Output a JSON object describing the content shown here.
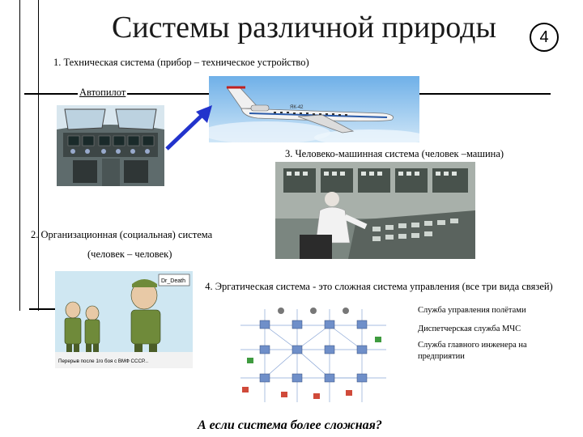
{
  "slide": {
    "title": "Системы различной природы",
    "number": "4"
  },
  "sections": {
    "tech": "1. Техническая система (прибор – техническое устройство)",
    "autopilot": "Автопилот",
    "hms": "3. Человеко-машинная система (человек –машина)",
    "org": "2. Организационная (социальная) система",
    "org_sub": "(человек – человек)",
    "ergatic": "4. Эргатическая система - это сложная система управления (все три вида связей)"
  },
  "images": {
    "airplane_tail_label": "ЯК-42",
    "cartoon_name": "Dr_Death",
    "cartoon_caption": "Перерыв после 1го боя с ВМФ СССР..."
  },
  "services": [
    "Служба управления полётами",
    "Диспетчерская служба МЧС",
    "Служба главного инженера на предприятии"
  ],
  "question": "А если система более сложная?",
  "colors": {
    "arrow": "#2233cc",
    "sky": "#8fc1ea",
    "panel": "#6d7a6c"
  }
}
